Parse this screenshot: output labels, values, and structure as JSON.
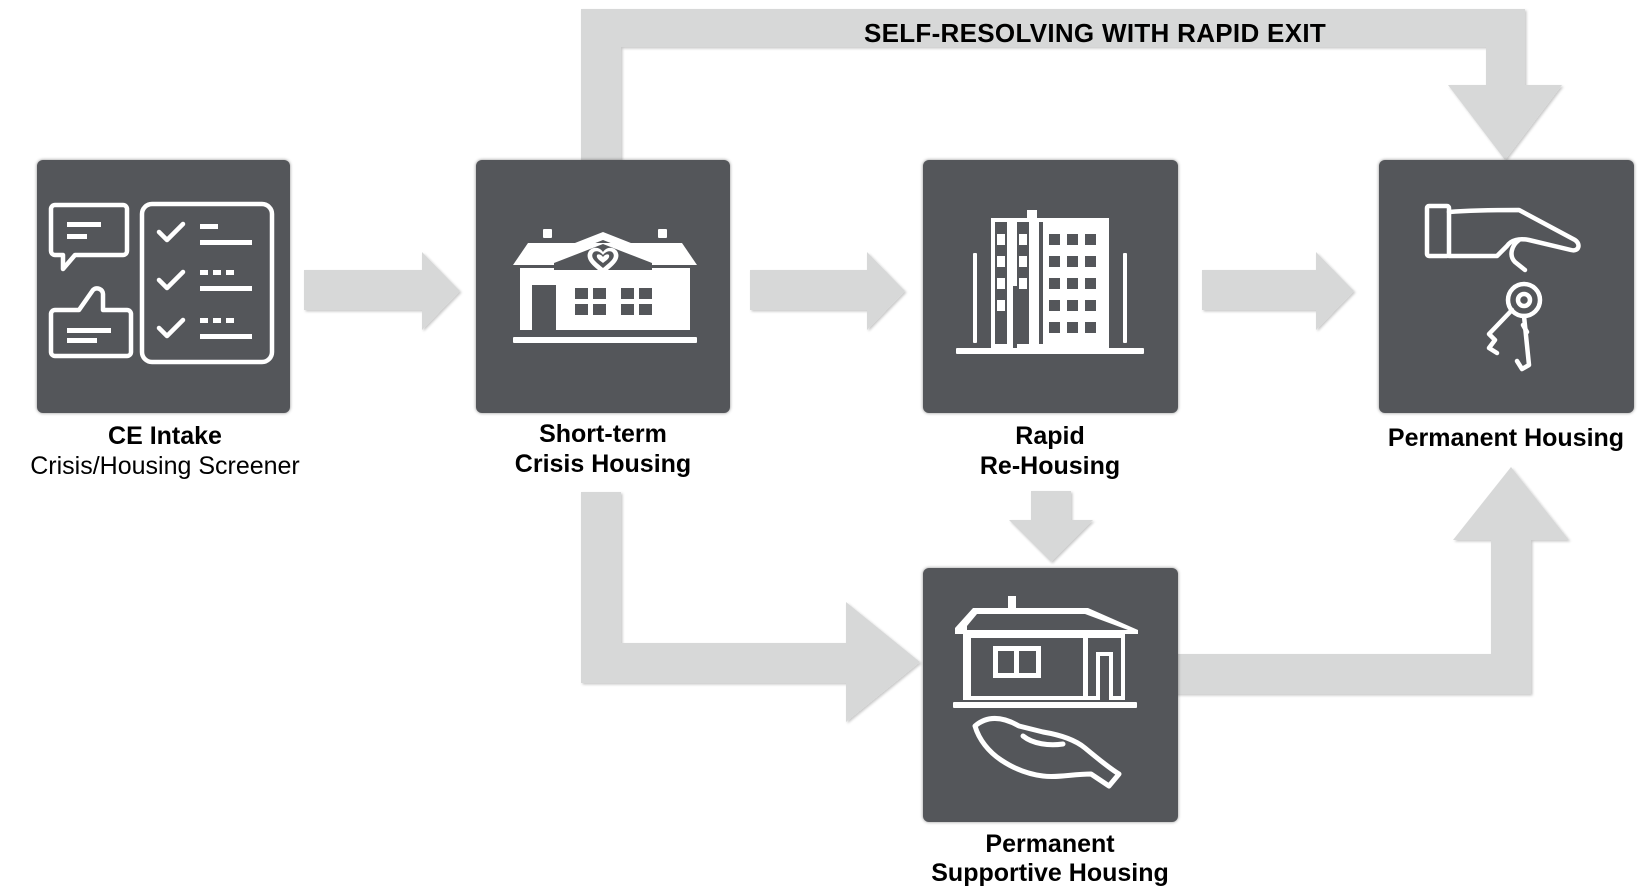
{
  "colors": {
    "tile": "#54565a",
    "arrow": "#d7d8d8",
    "icon": "#ffffff",
    "text": "#000000"
  },
  "top_path_label": "SELF-RESOLVING WITH RAPID EXIT",
  "nodes": {
    "ce_intake": {
      "title": "CE Intake",
      "subtitle": "Crisis/Housing Screener",
      "icon": "checklist-chat-icon"
    },
    "short_term": {
      "line1": "Short-term",
      "line2": "Crisis Housing",
      "icon": "shelter-building-heart-icon"
    },
    "rapid": {
      "line1": "Rapid",
      "line2": "Re-Housing",
      "icon": "apartment-building-icon"
    },
    "permanent": {
      "title": "Permanent Housing",
      "icon": "hand-keys-icon"
    },
    "psh": {
      "line1": "Permanent",
      "line2": "Supportive Housing",
      "icon": "house-on-hand-icon"
    }
  },
  "edges": [
    {
      "from": "ce_intake",
      "to": "short_term"
    },
    {
      "from": "short_term",
      "to": "rapid"
    },
    {
      "from": "rapid",
      "to": "permanent"
    },
    {
      "from": "short_term",
      "to": "permanent",
      "label": "SELF-RESOLVING WITH RAPID EXIT"
    },
    {
      "from": "short_term",
      "to": "psh"
    },
    {
      "from": "rapid",
      "to": "psh"
    },
    {
      "from": "psh",
      "to": "permanent"
    }
  ]
}
